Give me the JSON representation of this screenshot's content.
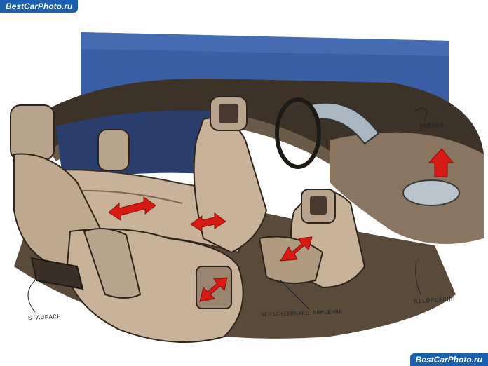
{
  "watermarks": {
    "top": "BestCarPhoto.ru",
    "bottom": "BestCarPhoto.ru"
  },
  "labels": {
    "drehen": "DREHEN",
    "bildflaeche": "BILDFLÄCHE",
    "stauraum": "STAUFACH",
    "verschiebbare": "VERSCHIEBBARE ARMLEHNE"
  },
  "colors": {
    "backdrop_blue": "#3b5fa6",
    "leather": "#c8b39a",
    "shadow": "#5a4a3a",
    "roof": "#3c3228",
    "arrow_red": "#d81a14"
  }
}
